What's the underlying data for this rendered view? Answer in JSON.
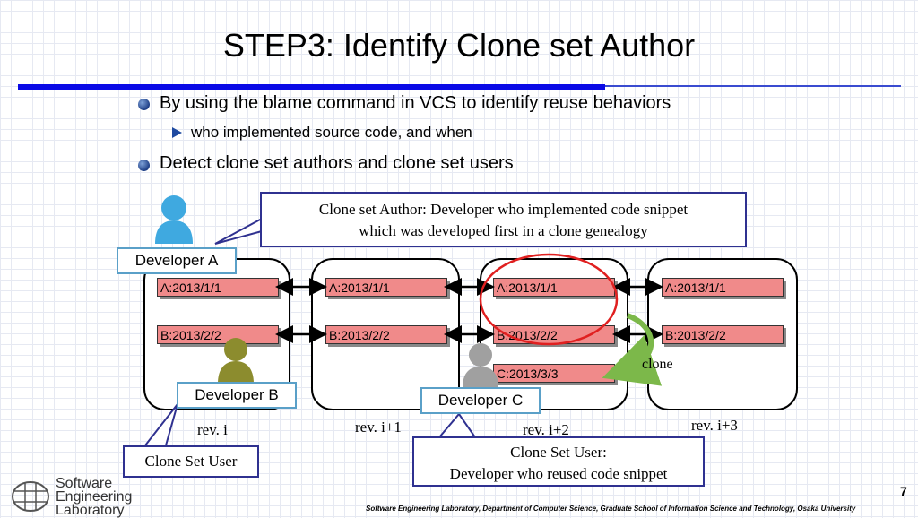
{
  "title": "STEP3: Identify Clone set Author",
  "bullets": {
    "b1": "By using the blame command in VCS to identify reuse behaviors",
    "b1_sub": "who implemented source code, and when",
    "b2": "Detect clone set authors and clone set users"
  },
  "callouts": {
    "author_line1": "Clone set Author: Developer who implemented code snippet",
    "author_line2": "which was developed first in a clone genealogy",
    "user_b": "Clone Set User",
    "user_c_line1": "Clone Set User:",
    "user_c_line2": "Developer who reused code snippet"
  },
  "developers": {
    "a": "Developer A",
    "b": "Developer B",
    "c": "Developer C"
  },
  "revisions": {
    "r0": {
      "label": "rev. i",
      "entries": [
        "A:2013/1/1",
        "B:2013/2/2"
      ]
    },
    "r1": {
      "label": "rev. i+1",
      "entries": [
        "A:2013/1/1",
        "B:2013/2/2"
      ]
    },
    "r2": {
      "label": "rev. i+2",
      "entries": [
        "A:2013/1/1",
        "B:2013/2/2",
        "C:2013/3/3"
      ]
    },
    "r3": {
      "label": "rev. i+3",
      "entries": [
        "A:2013/1/1",
        "B:2013/2/2"
      ]
    }
  },
  "clone_label": "clone",
  "footer": "Software Engineering Laboratory, Department of Computer Science, Graduate School of Information Science and Technology, Osaka University",
  "page_number": "7",
  "logo": {
    "line1": "Software",
    "line2": "Engineering",
    "line3": "Laboratory"
  },
  "colors": {
    "title_rule": "#0a0ae6",
    "entry_fill": "#f08a8a",
    "callout_border": "#2f3190",
    "highlight_circle": "#e02020",
    "clone_arrow": "#7cb84a",
    "developer_a": "#3fa9e0",
    "developer_b": "#8c8c2e",
    "developer_c": "#a0a0a0"
  }
}
